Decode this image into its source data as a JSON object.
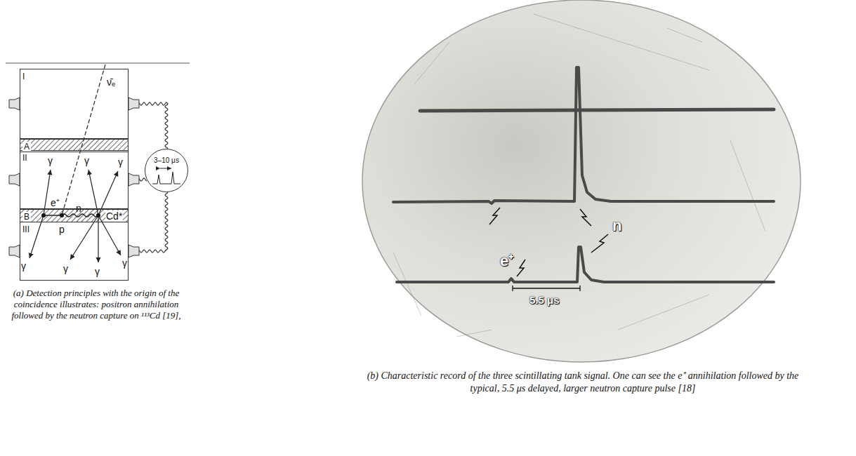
{
  "diagram": {
    "nodes": [
      {
        "text": [
          "I"
        ]
      },
      {
        "text": [
          "A"
        ]
      },
      {
        "text": [
          "II"
        ]
      },
      {
        "text": [
          "B"
        ]
      },
      {
        "text": [
          "III"
        ]
      },
      {
        "text": [
          "3–10 μs"
        ]
      }
    ],
    "edges": [
      {
        "from": 0,
        "to": 5,
        "arrow": "none"
      },
      {
        "from": 2,
        "to": 5,
        "arrow": "none"
      },
      {
        "from": 4,
        "to": 5,
        "arrow": "none"
      }
    ],
    "labels": [
      "ν̄ₑ",
      "γ",
      "e⁺",
      "γ",
      "γ",
      "n",
      "Cd*",
      "p",
      "γ",
      "γ",
      "γ",
      "γ",
      "(a) Detection principles with the origin of the coincidence illustrates: positron annihilation followed by the neutron capture on ¹¹³Cd [19],",
      "e⁺",
      "n",
      "5.5 μs",
      "(b) Characteristic record of the three scintillating tank signal. One can see the e⁺ annihilation followed by the typical, 5.5 μs delayed, larger neutron capture pulse [18]"
    ]
  }
}
